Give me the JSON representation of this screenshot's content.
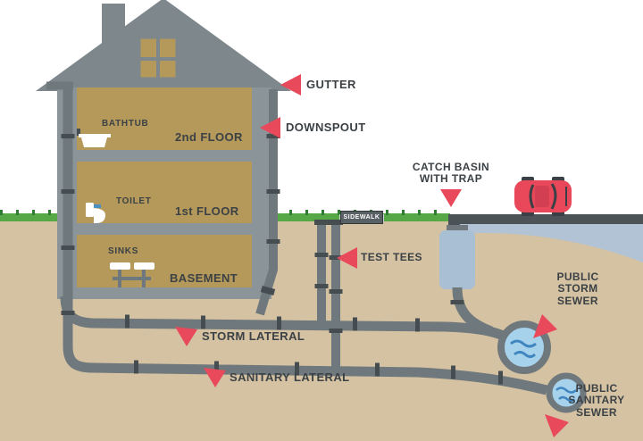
{
  "callouts": {
    "gutter": "GUTTER",
    "downspout": "DOWNSPOUT",
    "catch_basin": "CATCH BASIN\nWITH TRAP",
    "test_tees": "TEST TEES",
    "storm_lateral": "STORM LATERAL",
    "sanitary_lateral": "SANITARY LATERAL",
    "public_storm_sewer": "PUBLIC\nSTORM\nSEWER",
    "public_sanitary_sewer": "PUBLIC\nSANITARY\nSEWER"
  },
  "house": {
    "bathtub": "BATHTUB",
    "second_floor": "2nd FLOOR",
    "toilet": "TOILET",
    "first_floor": "1st FLOOR",
    "sinks": "SINKS",
    "basement": "BASEMENT"
  },
  "street": {
    "sidewalk": "SIDEWALK"
  },
  "colors": {
    "arrow_red": "#e8495b",
    "ground_tan": "#d5c2a2",
    "house_gold": "#b4995a",
    "structure_gray": "#7e878b",
    "wall_gray": "#8b9498",
    "pipe_gray": "#6f787c",
    "pipe_joint_dark": "#454d51",
    "water_blue": "#a6d2ec",
    "wave_blue": "#3f86c0",
    "grass_green": "#56a746",
    "road_dark": "#4b5357",
    "road_base_blue": "#b2c3d5",
    "catch_basin_blue": "#a9bfd3",
    "car_red": "#e8485a",
    "text_dark": "#3b4145"
  }
}
